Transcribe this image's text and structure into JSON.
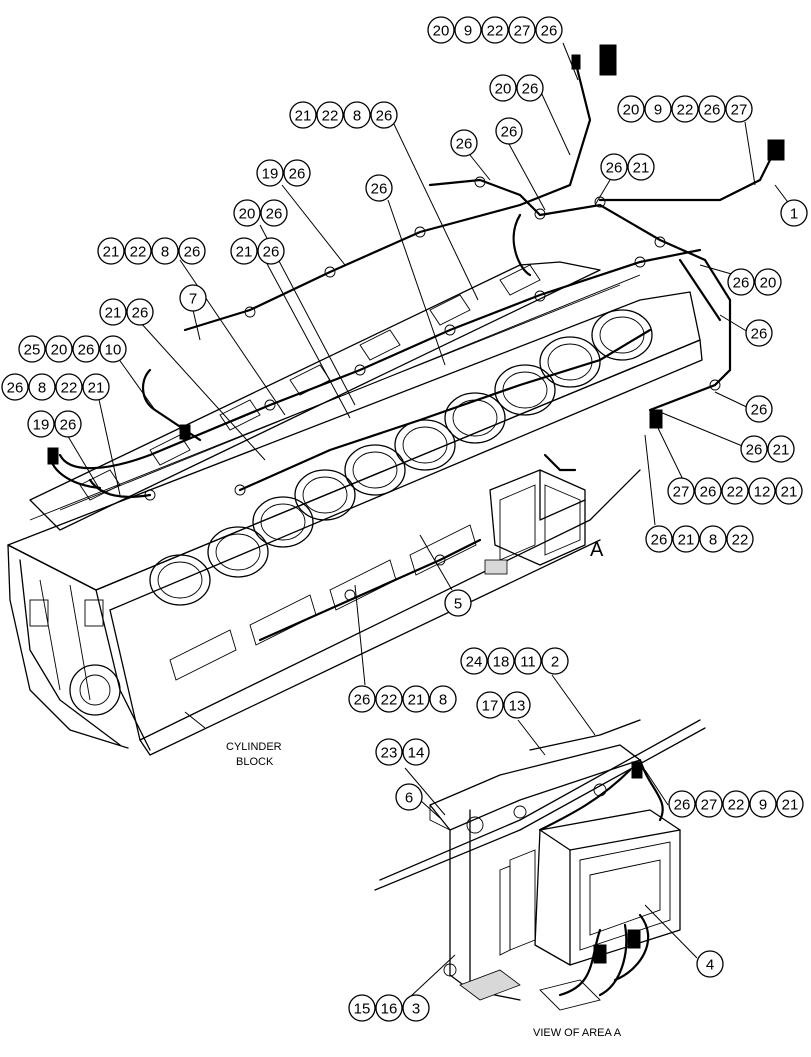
{
  "callout_groups": [
    {
      "id": "g1",
      "numbers": [
        "20",
        "9",
        "22",
        "27",
        "26"
      ]
    },
    {
      "id": "g2",
      "numbers": [
        "20",
        "26"
      ]
    },
    {
      "id": "g3",
      "numbers": [
        "20",
        "9",
        "22",
        "26",
        "27"
      ]
    },
    {
      "id": "g4",
      "numbers": [
        "21",
        "22",
        "8",
        "26"
      ]
    },
    {
      "id": "g5",
      "numbers": [
        "26"
      ]
    },
    {
      "id": "g6",
      "numbers": [
        "26"
      ]
    },
    {
      "id": "g7",
      "numbers": [
        "26",
        "21"
      ]
    },
    {
      "id": "g8",
      "numbers": [
        "19",
        "26"
      ]
    },
    {
      "id": "g9",
      "numbers": [
        "26"
      ]
    },
    {
      "id": "g10",
      "numbers": [
        "1"
      ]
    },
    {
      "id": "g11",
      "numbers": [
        "20",
        "26"
      ]
    },
    {
      "id": "g12",
      "numbers": [
        "21",
        "26"
      ]
    },
    {
      "id": "g13",
      "numbers": [
        "21",
        "22",
        "8",
        "26"
      ]
    },
    {
      "id": "g14",
      "numbers": [
        "26",
        "20"
      ]
    },
    {
      "id": "g15",
      "numbers": [
        "7"
      ]
    },
    {
      "id": "g16",
      "numbers": [
        "21",
        "26"
      ]
    },
    {
      "id": "g17",
      "numbers": [
        "26"
      ]
    },
    {
      "id": "g18",
      "numbers": [
        "25",
        "20",
        "26",
        "10"
      ]
    },
    {
      "id": "g19",
      "numbers": [
        "26",
        "8",
        "22",
        "21"
      ]
    },
    {
      "id": "g20",
      "numbers": [
        "26"
      ]
    },
    {
      "id": "g21",
      "numbers": [
        "19",
        "26"
      ]
    },
    {
      "id": "g22",
      "numbers": [
        "26",
        "21"
      ]
    },
    {
      "id": "g23",
      "numbers": [
        "27",
        "26",
        "22",
        "12",
        "21"
      ]
    },
    {
      "id": "g24",
      "numbers": [
        "26",
        "21",
        "8",
        "22"
      ]
    },
    {
      "id": "g25",
      "numbers": [
        "5"
      ]
    },
    {
      "id": "g26",
      "numbers": [
        "24",
        "18",
        "11",
        "2"
      ]
    },
    {
      "id": "g27",
      "numbers": [
        "26",
        "22",
        "21",
        "8"
      ]
    },
    {
      "id": "g28",
      "numbers": [
        "17",
        "13"
      ]
    },
    {
      "id": "g29",
      "numbers": [
        "23",
        "14"
      ]
    },
    {
      "id": "g30",
      "numbers": [
        "6"
      ]
    },
    {
      "id": "g31",
      "numbers": [
        "26",
        "27",
        "22",
        "9",
        "21"
      ]
    },
    {
      "id": "g32",
      "numbers": [
        "4"
      ]
    },
    {
      "id": "g33",
      "numbers": [
        "15",
        "16",
        "3"
      ]
    }
  ],
  "labels": {
    "cylinder_block_line1": "CYLINDER",
    "cylinder_block_line2": "BLOCK",
    "area_marker": "A",
    "view_caption": "VIEW OF AREA A"
  }
}
